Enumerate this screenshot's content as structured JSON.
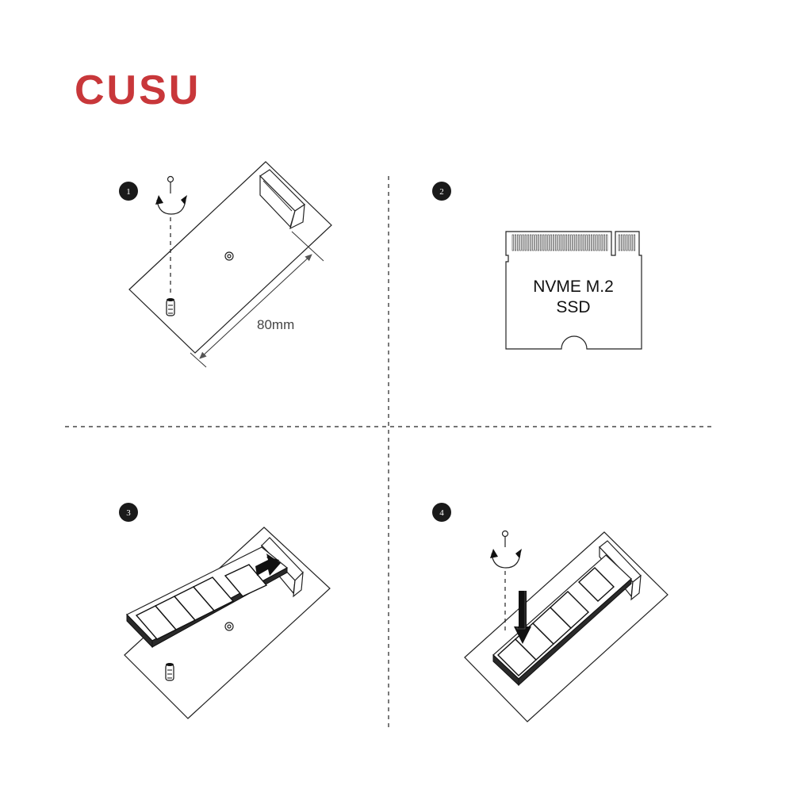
{
  "brand": {
    "name": "CUSU",
    "color": "#c8373a"
  },
  "steps": [
    {
      "number": "1",
      "measure_label": "80mm"
    },
    {
      "number": "2",
      "card_line1": "NVME M.2",
      "card_line2": "SSD"
    },
    {
      "number": "3"
    },
    {
      "number": "4"
    }
  ],
  "colors": {
    "line": "#222222",
    "badge": "#1a1a1a"
  }
}
